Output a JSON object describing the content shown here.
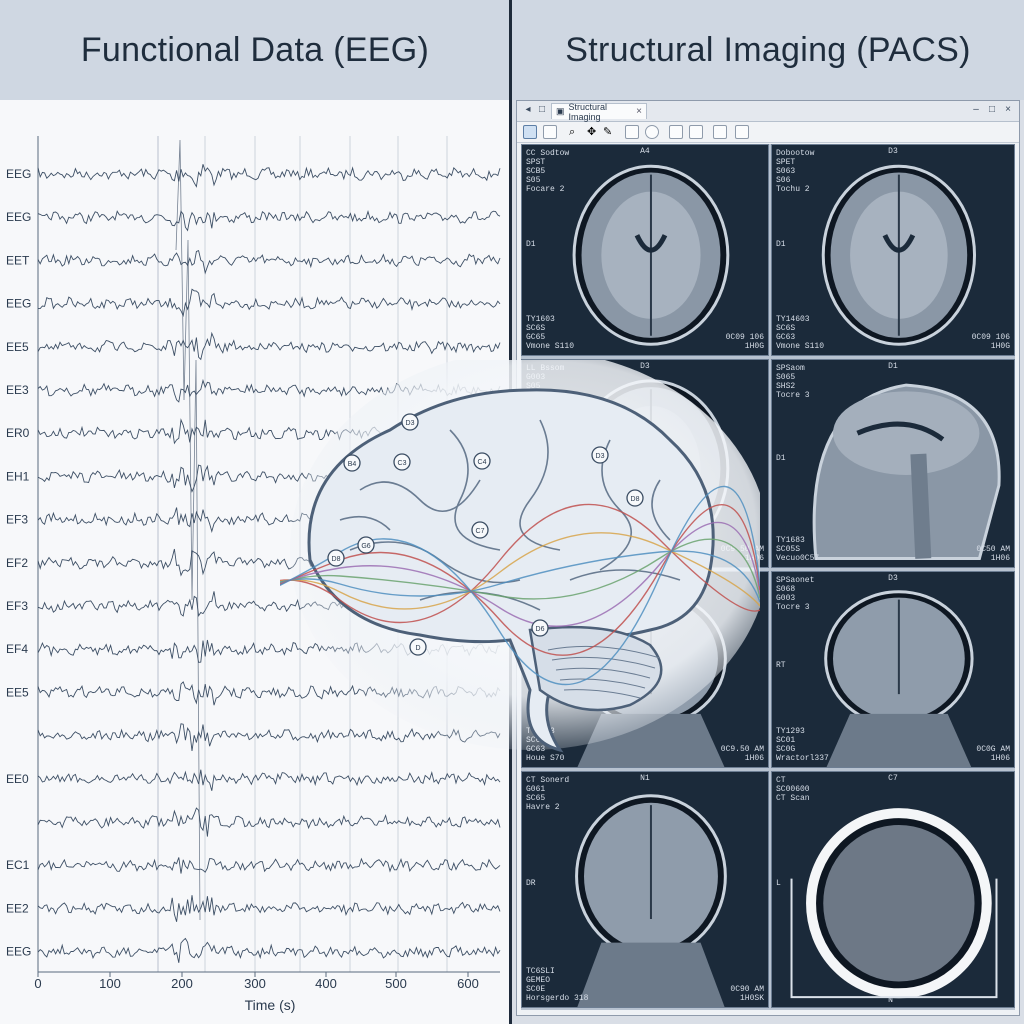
{
  "left": {
    "title": "Functional Data (EEG)",
    "channels": [
      "EEG",
      "EEG",
      "EET",
      "EEG",
      "EE5",
      "EE3",
      "ER0",
      "EH1",
      "EF3",
      "EF2",
      "EF3",
      "EF4",
      "EE5",
      "",
      "EE0",
      "",
      "EC1",
      "EE2",
      "EEG"
    ],
    "x_ticks": [
      "0",
      "100",
      "200",
      "300",
      "400",
      "500",
      "600"
    ],
    "x_axis_title": "Time (s)"
  },
  "right": {
    "title": "Structural Imaging (PACS)",
    "window": {
      "tab_label": "Structural Imaging",
      "tab_close": "×",
      "minimize": "–",
      "maximize": "□",
      "close": "×"
    },
    "viewports": [
      {
        "top_center": "A4",
        "top_left": "CC Sodtow\nSPST\nSCB5\nS05\nFocare 2",
        "mid_left": "D1",
        "bottom_left": "TY1603\nSC6S\nGC65\nVmone S110",
        "bottom_right": "0C09 106\n1H0G",
        "type": "axial"
      },
      {
        "top_center": "D3",
        "top_left": "Dobootow\nSPET\nS063\nS06\nTochu 2",
        "mid_left": "D1",
        "bottom_left": "TY14603\nSC6S\nGC63\nVmone S110",
        "bottom_right": "0C09 106\n1H0G",
        "type": "axial"
      },
      {
        "top_center": "D3",
        "top_left": "LL Bssom\nG003\nS05\nMagre 2",
        "mid_left": "D1",
        "bottom_left": "",
        "bottom_right": "0C9.50 AM\n1H06",
        "type": "axial"
      },
      {
        "top_center": "D1",
        "top_left": "SPSaom\nS065\nSHS2\nTocre 3",
        "mid_left": "D1",
        "bottom_left": "TY1683\nSC05S\nVecuo0C57",
        "bottom_right": "0C50 AM\n1H06",
        "type": "sagittal"
      },
      {
        "top_center": "D3",
        "top_left": "",
        "mid_left": "",
        "bottom_left": "TY1023\nSC6S\nGC63\nHoue S70",
        "bottom_right": "0C9.50 AM\n1H06",
        "type": "coronal"
      },
      {
        "top_center": "D3",
        "top_left": "SPSaonet\nS068\nG003\nTocre 3",
        "mid_left": "RT",
        "bottom_left": "TY1293\nSC01\nSC0G\nWractorl337",
        "bottom_right": "0C0G AM\n1H06",
        "type": "coronal"
      },
      {
        "top_center": "N1",
        "top_left": "CT Sonerd\nG061\nSC65\nHavre 2",
        "mid_left": "DR",
        "bottom_left": "TC6SLI\nGEMEO\nSC0E\nHorsgerdo 318",
        "bottom_right": "0C90 AM\n1H0SK",
        "type": "coronal"
      },
      {
        "top_center": "C7",
        "top_left": "CT\nSC00600\nCT Scan",
        "mid_left": "L",
        "bottom_left": "",
        "bottom_right": "",
        "bottom_center": "N",
        "type": "ct"
      }
    ]
  },
  "brain_overlay": {
    "electrodes": [
      "D3",
      "B4",
      "C3",
      "C4",
      "D3",
      "D8",
      "C7",
      "G6",
      "D8",
      "D",
      "D6"
    ]
  },
  "colors": {
    "header_bg": "#cfd7e2",
    "divider": "#1e2a3a",
    "viewport_bg": "#1b2a3a",
    "trace": "#3e5066"
  }
}
